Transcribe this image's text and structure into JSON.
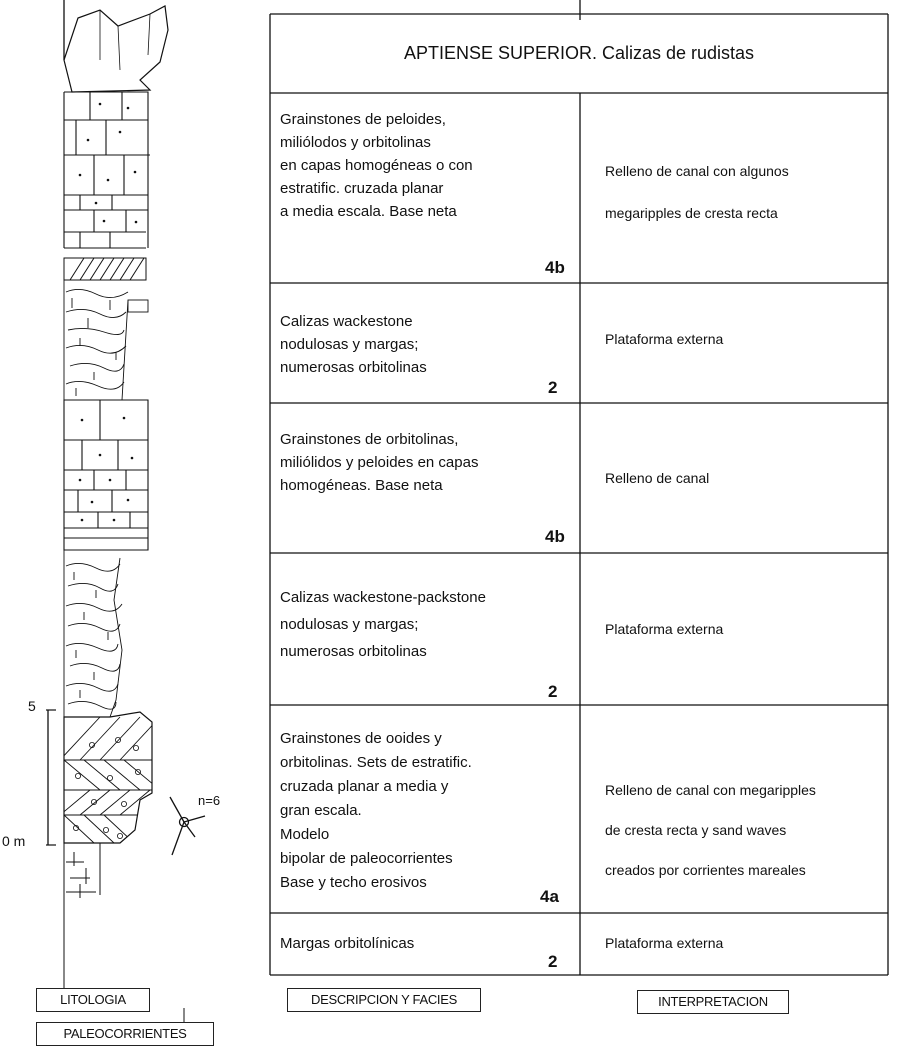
{
  "header": "APTIENSE SUPERIOR. Calizas de rudistas",
  "rows": [
    {
      "description": "Grainstones de peloides,\nmiliólodos y orbitolinas\nen capas homogéneas o con\nestratific. cruzada planar\na media escala. Base neta",
      "code": "4b",
      "interpretation": "Relleno de canal con algunos\nmegaripples de cresta recta"
    },
    {
      "description": "Calizas wackestone\nnodulosas y margas;\nnumerosas orbitolinas",
      "code": "2",
      "interpretation": "Plataforma externa"
    },
    {
      "description": "Grainstones de orbitolinas,\nmiliólidos y peloides en capas\nhomogéneas. Base neta",
      "code": "4b",
      "interpretation": "Relleno de canal"
    },
    {
      "description": "Calizas wackestone-packstone\nnodulosas y margas;\nnumerosas orbitolinas",
      "code": "2",
      "interpretation": "Plataforma externa"
    },
    {
      "description": "Grainstones de ooides y\norbitolinas. Sets de estratific.\ncruzada planar a media y\ngran escala.\nModelo\nbipolar de paleocorrientes\nBase y techo erosivos",
      "code": "4a",
      "interpretation": "Relleno de canal con megaripples\nde cresta recta y sand waves\ncreados por corrientes mareales"
    },
    {
      "description": "Margas orbitolínicas",
      "code": "2",
      "interpretation": "Plataforma externa"
    }
  ],
  "scale": {
    "top": "5",
    "bottom": "0 m"
  },
  "paleocurrent": "n=6",
  "labels": {
    "litologia": "LITOLOGIA",
    "paleocorrientes": "PALEOCORRIENTES",
    "descripcion": "DESCRIPCION Y FACIES",
    "interpretacion": "INTERPRETACION"
  }
}
